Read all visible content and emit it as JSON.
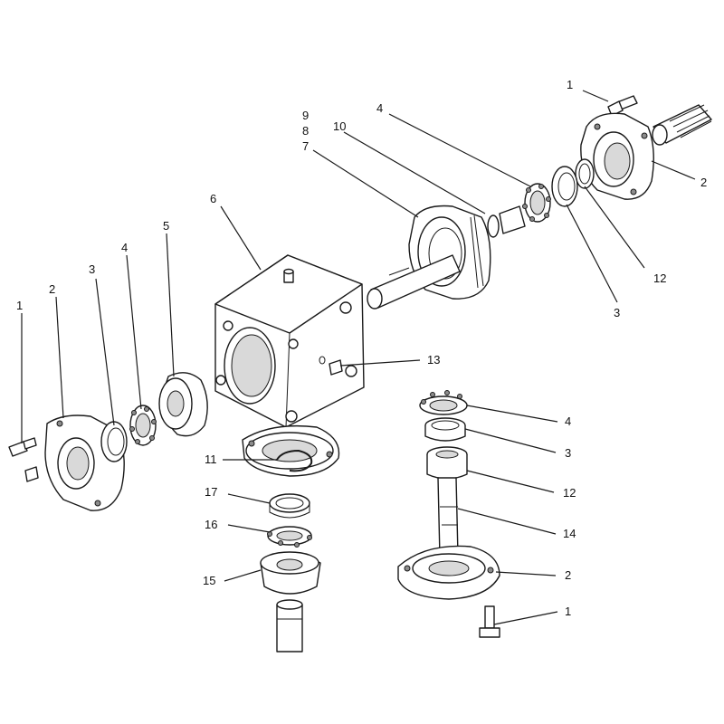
{
  "callouts": {
    "c_tr_1": "1",
    "c_tr_2": "2",
    "c_tr_4": "4",
    "c_tr_9": "9",
    "c_tr_8": "8",
    "c_tr_7": "7",
    "c_tr_10": "10",
    "c_tr_12": "12",
    "c_tr_3": "3",
    "c_l_6": "6",
    "c_l_1": "1",
    "c_l_2": "2",
    "c_l_3": "3",
    "c_l_4": "4",
    "c_l_5": "5",
    "c_m_13": "13",
    "c_m_11": "11",
    "c_m_17": "17",
    "c_m_16": "16",
    "c_m_15": "15",
    "c_br_4": "4",
    "c_br_3": "3",
    "c_br_12": "12",
    "c_br_14": "14",
    "c_br_2": "2",
    "c_br_1": "1"
  }
}
